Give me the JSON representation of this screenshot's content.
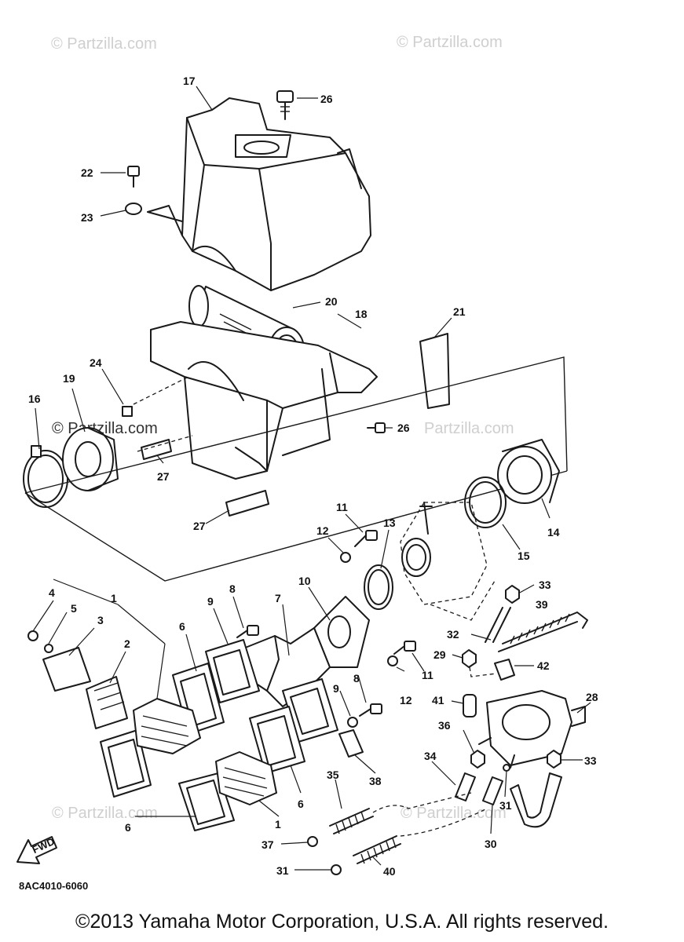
{
  "watermarks": {
    "top_left": "© Partzilla.com",
    "top_right": "© Partzilla.com",
    "middle": "© Partzilla.com",
    "middle_right": "Partzilla.com",
    "bottom_left": "© Partzilla.com",
    "bottom_right": "© Partzilla.com"
  },
  "callouts": {
    "c1": "1",
    "c1b": "1",
    "c2": "2",
    "c3": "3",
    "c4": "4",
    "c5": "5",
    "c6a": "6",
    "c6b": "6",
    "c6c": "6",
    "c7": "7",
    "c8a": "8",
    "c8b": "8",
    "c9a": "9",
    "c9b": "9",
    "c10": "10",
    "c11a": "11",
    "c11b": "11",
    "c12a": "12",
    "c12b": "12",
    "c13": "13",
    "c14": "14",
    "c15": "15",
    "c16": "16",
    "c17": "17",
    "c18": "18",
    "c19": "19",
    "c20": "20",
    "c21": "21",
    "c22": "22",
    "c23": "23",
    "c24": "24",
    "c26a": "26",
    "c26b": "26",
    "c27a": "27",
    "c27b": "27",
    "c28": "28",
    "c29": "29",
    "c30": "30",
    "c31a": "31",
    "c31b": "31",
    "c32": "32",
    "c33a": "33",
    "c33b": "33",
    "c34": "34",
    "c35": "35",
    "c36": "36",
    "c37": "37",
    "c38": "38",
    "c39": "39",
    "c40": "40",
    "c41": "41",
    "c42": "42"
  },
  "fwd_label": "FWD",
  "diagram_code": "8AC4010-6060",
  "copyright": "©2013 Yamaha Motor Corporation, U.S.A. All rights reserved."
}
